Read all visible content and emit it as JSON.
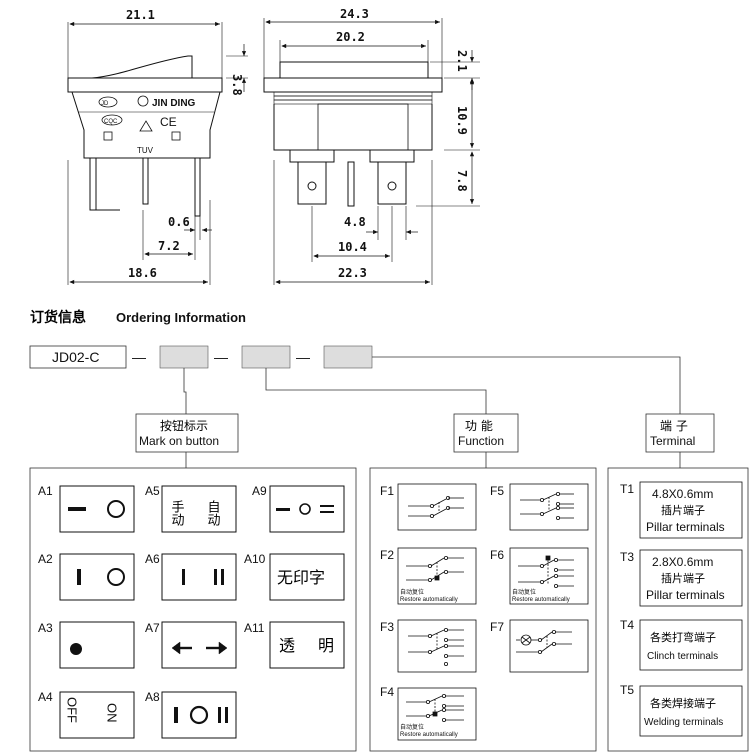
{
  "dims": {
    "top_w1": "21.1",
    "top_w2": "24.3",
    "top_w3": "20.2",
    "h_a": "3.8",
    "h_b": "2.1",
    "h_c": "10.9",
    "h_d": "7.8",
    "gap": "0.6",
    "w_72": "7.2",
    "w_186": "18.6",
    "w_48": "4.8",
    "w_104": "10.4",
    "w_223": "22.3"
  },
  "marks": {
    "brand": "JIN DING",
    "jd": "JD",
    "cqc": "CQC",
    "ce": "CE",
    "tuv": "TUV"
  },
  "ordering": {
    "title_cn": "订货信息",
    "title_en": "Ordering Information",
    "model": "JD02-C",
    "sep": "—"
  },
  "mark_section": {
    "cn": "按钮标示",
    "en": "Mark on button"
  },
  "function_section": {
    "cn": "功    能",
    "en": "Function"
  },
  "terminal_section": {
    "cn": "端    子",
    "en": "Terminal"
  },
  "marks_items": {
    "A1": "A1",
    "A2": "A2",
    "A3": "A3",
    "A4": "A4",
    "A5": "A5",
    "A6": "A6",
    "A7": "A7",
    "A8": "A8",
    "A9": "A9",
    "A10": "A10",
    "A11": "A11",
    "a5_left": "手动",
    "a5_right": "自动",
    "a10_text": "无印字",
    "a11_left": "透",
    "a11_right": "明",
    "a4_off": "OFF",
    "a4_on": "ON"
  },
  "functions": {
    "F1": "F1",
    "F2": "F2",
    "F3": "F3",
    "F4": "F4",
    "F5": "F5",
    "F6": "F6",
    "F7": "F7",
    "restore_cn": "自动复位",
    "restore_en": "Restore automatically"
  },
  "terminals": {
    "T1": "T1",
    "T3": "T3",
    "T4": "T4",
    "T5": "T5",
    "t1_size": "4.8X0.6mm",
    "t1_cn": "插片端子",
    "t1_en": "Pillar terminals",
    "t3_size": "2.8X0.6mm",
    "t3_cn": "插片端子",
    "t3_en": "Pillar terminals",
    "t4_cn": "各类打弯端子",
    "t4_en": "Clinch terminals",
    "t5_cn": "各类焊接端子",
    "t5_en": "Welding terminals"
  }
}
